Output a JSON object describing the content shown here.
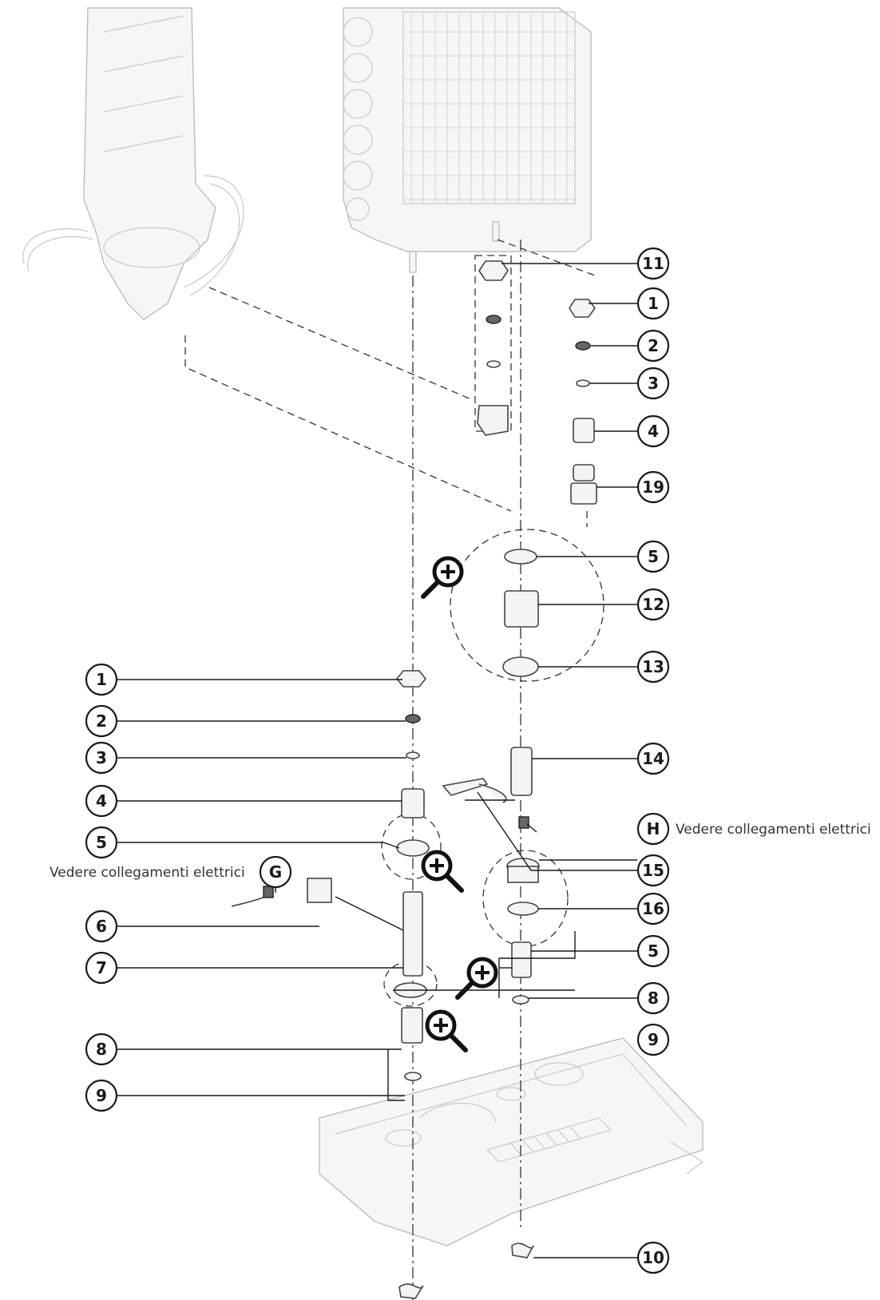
{
  "callouts_right": [
    "11",
    "1",
    "2",
    "3",
    "4",
    "19",
    "5",
    "12",
    "13",
    "14",
    "H",
    "15",
    "16",
    "5",
    "8",
    "9",
    "10"
  ],
  "callouts_left": [
    "1",
    "2",
    "3",
    "4",
    "5",
    "G",
    "6",
    "7",
    "8",
    "9"
  ],
  "notes": {
    "h_note": "Vedere collegamenti elettrici",
    "g_note": "Vedere collegamenti elettrici"
  },
  "icons": [
    "zoom-in-icon",
    "zoom-in-icon",
    "zoom-in-icon",
    "zoom-in-icon"
  ]
}
